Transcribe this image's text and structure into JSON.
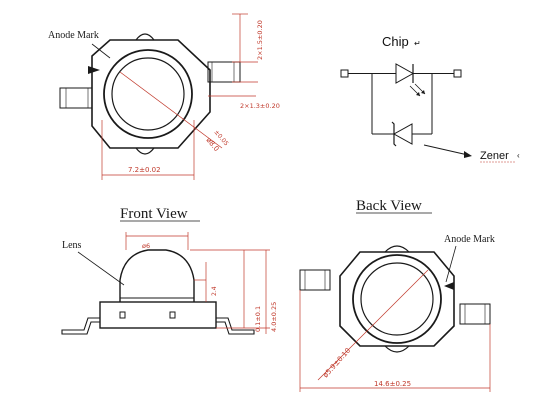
{
  "labels": {
    "anode_mark_top": "Anode Mark",
    "chip": "Chip",
    "chip_mark": "↵",
    "zener": "Zener",
    "zener_mark": "‹",
    "front_view": "Front View",
    "back_view": "Back View",
    "lens": "Lens",
    "anode_mark_back": "Anode Mark"
  },
  "dimensions": {
    "top_width": "7.2±0.02",
    "top_pad_height": "2×1.5±0.20",
    "top_pad_width": "2×1.3±0.20",
    "top_lens_dia": "ø8.0",
    "top_lens_tol": "±0.05",
    "front_lens_dia": "ø6",
    "front_small": "2.4",
    "front_height1": "0.1±0.1",
    "front_height2": "4.0±0.25",
    "back_dia": "ø5.9±0.10",
    "back_width": "14.6±0.25"
  },
  "colors": {
    "ink": "#1a1a1a",
    "dimension": "#c0392b"
  }
}
